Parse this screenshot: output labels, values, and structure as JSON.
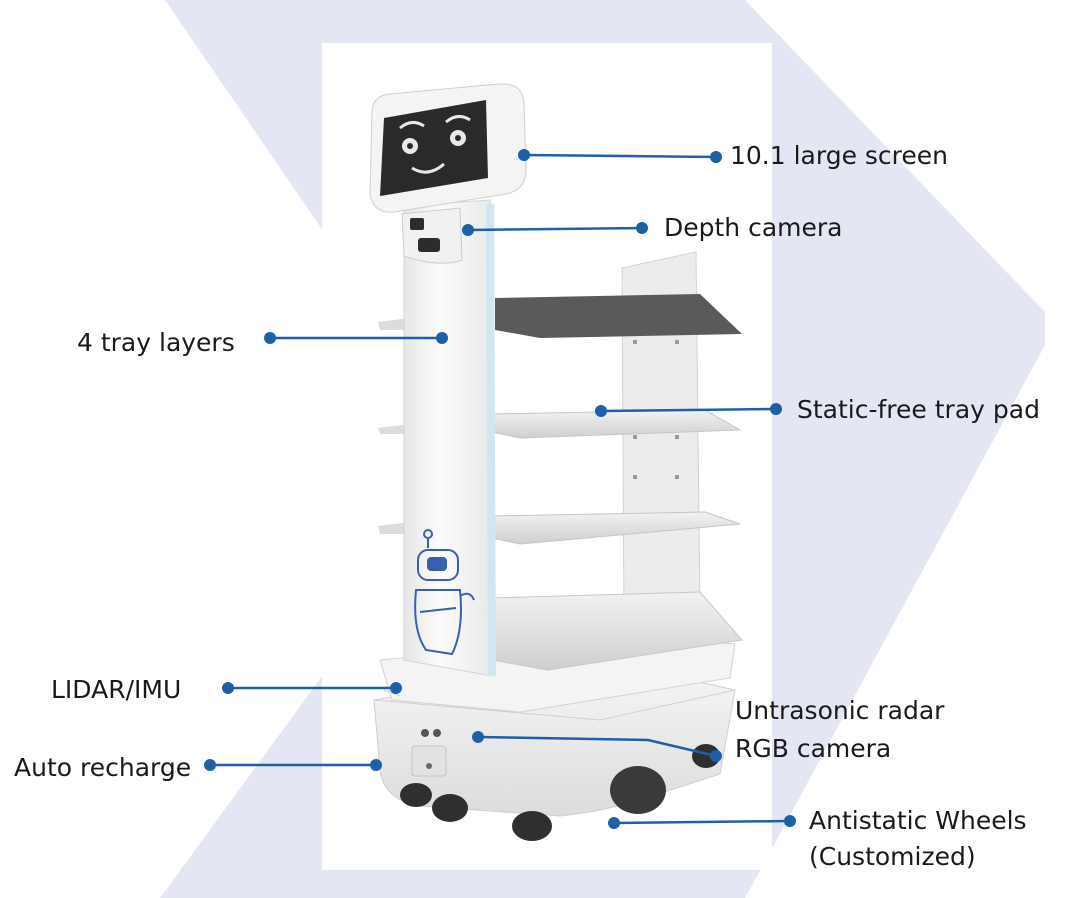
{
  "colors": {
    "chevron": "#e4e7f3",
    "accent": "#1f5fa8",
    "robot_body": "#f6f6f6",
    "robot_shadow": "#d9dadc",
    "screen": "#2a2a2a",
    "glass": "#cfe7ee",
    "text": "#1a1a1a"
  },
  "callouts": [
    {
      "id": "screen",
      "label": "10.1 large screen"
    },
    {
      "id": "depth-camera",
      "label": "Depth camera"
    },
    {
      "id": "tray-layers",
      "label": "4 tray layers"
    },
    {
      "id": "tray-pad",
      "label": "Static-free tray pad"
    },
    {
      "id": "lidar",
      "label": "LIDAR/IMU"
    },
    {
      "id": "ultrasonic",
      "label": "Untrasonic radar"
    },
    {
      "id": "rgb-camera",
      "label": "RGB camera"
    },
    {
      "id": "recharge",
      "label": "Auto recharge"
    },
    {
      "id": "wheels",
      "label": "Antistatic Wheels\n(Customized)"
    }
  ],
  "icons": [
    "robot-mascot-icon",
    "face-display-icon",
    "camera-sensor-icon",
    "wheel-icon"
  ]
}
